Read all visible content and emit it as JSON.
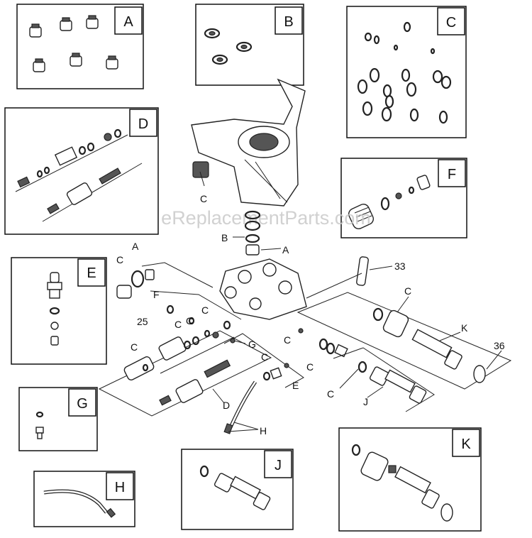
{
  "watermark": "eReplacementParts.com",
  "kits": [
    {
      "id": "A",
      "label": "A"
    },
    {
      "id": "B",
      "label": "B"
    },
    {
      "id": "C",
      "label": "C"
    },
    {
      "id": "D",
      "label": "D"
    },
    {
      "id": "E",
      "label": "E"
    },
    {
      "id": "F",
      "label": "F"
    },
    {
      "id": "G",
      "label": "G"
    },
    {
      "id": "H",
      "label": "H"
    },
    {
      "id": "J",
      "label": "J"
    },
    {
      "id": "K",
      "label": "K"
    }
  ],
  "callouts": {
    "c_housing": "C",
    "b_seal": "B",
    "a_valve": "A",
    "a_left": "A",
    "c_left_top": "C",
    "n25": "25",
    "f_left": "F",
    "c_left_mid1": "C",
    "c_left_mid2": "C",
    "c_left_mid3": "C",
    "c_left_low": "C",
    "g_mid": "G",
    "c_mid1": "C",
    "c_mid2": "C",
    "c_mid3": "C",
    "e_mid": "E",
    "d_bottom": "D",
    "h_bottom": "H",
    "n33": "33",
    "c_right_top": "C",
    "k_right": "K",
    "n36": "36",
    "c_right_low": "C",
    "j_right": "J"
  }
}
